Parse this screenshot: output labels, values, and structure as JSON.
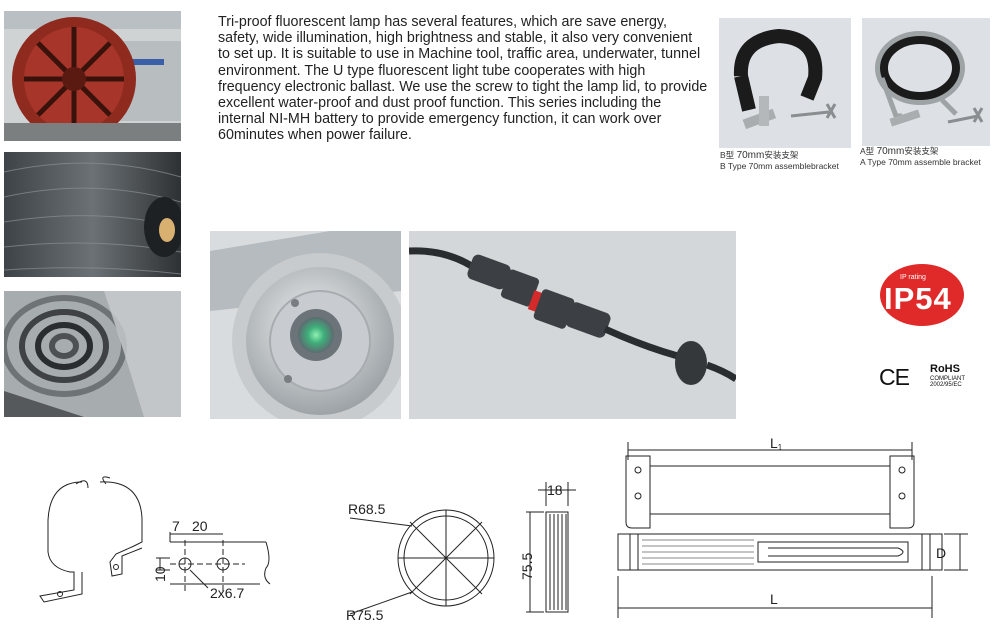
{
  "description": "Tri-proof fluorescent lamp has several features, which are save energy, safety, wide illumination, high brightness and stable, it also very convenient to set up. It is suitable to use in Machine tool, traffic area, underwater, tunnel environment. The U type fluorescent light tube cooperates with high frequency electronic ballast. We use the screw to tight the lamp lid, to provide excellent water-proof and dust proof function. This series including the internal NI-MH battery to provide emergency function, it can work over 60minutes when power failure.",
  "brackets": {
    "b": {
      "letter": "B",
      "cn_prefix": "型",
      "size": "70mm",
      "cn_name": "安装支架",
      "en": "B Type 70mm assemblebracket"
    },
    "a": {
      "letter": "A",
      "cn_prefix": "型",
      "size": "70mm",
      "cn_name": "安装支架",
      "en": "A Type 70mm assemble bracket"
    }
  },
  "badges": {
    "ip_rating_small": "IP rating",
    "ip_rating": "IP54",
    "ce": "CE",
    "rohs_title": "RoHS",
    "rohs_compliant": "COMPLIANT",
    "rohs_directive": "2002/95/EC"
  },
  "drawings": {
    "bracket": {
      "dim_7": "7",
      "dim_20": "20",
      "dim_10": "10",
      "hole": "2x6.7"
    },
    "endcap": {
      "r_outer_top": "R68.5",
      "r_outer_bottom": "R75.5",
      "width": "18",
      "height": "75.5"
    },
    "lamp": {
      "l1": "L",
      "l1_sub": "1",
      "l": "L",
      "d": "D"
    }
  },
  "colors": {
    "ip_red": "#e02a2a",
    "photo_bg": "#dde1e5"
  }
}
